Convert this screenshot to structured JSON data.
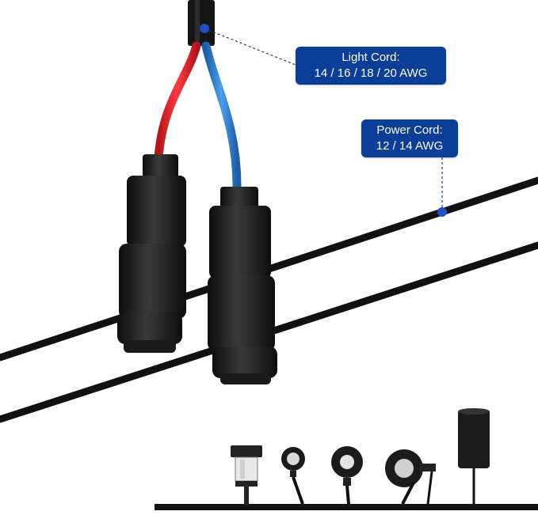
{
  "callouts": {
    "light_cord": {
      "title": "Light Cord:",
      "value": "14 / 16 / 18 / 20 AWG"
    },
    "power_cord": {
      "title": "Power Cord:",
      "value": "12 / 14 AWG"
    }
  },
  "colors": {
    "callout_bg": "#0a3e99",
    "marker_dot": "#1e4fc8",
    "red_wire": "#e5232a",
    "blue_wire": "#2b7fd0",
    "cable": "#111111",
    "connector": "#1c1c1c"
  },
  "icons": [
    "bollard-light-icon",
    "spot-light-small-icon",
    "spot-light-round-icon",
    "flood-light-icon",
    "cylinder-light-icon"
  ]
}
